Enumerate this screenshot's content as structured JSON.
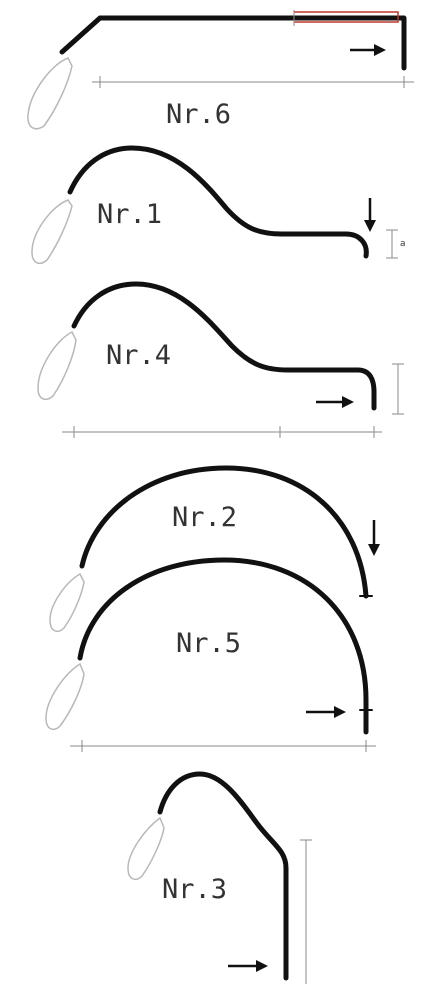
{
  "shapes": [
    {
      "id": "nr6",
      "label": "Nr.6"
    },
    {
      "id": "nr1",
      "label": "Nr.1",
      "dimension_mark": "a"
    },
    {
      "id": "nr4",
      "label": "Nr.4"
    },
    {
      "id": "nr2",
      "label": "Nr.2"
    },
    {
      "id": "nr5",
      "label": "Nr.5"
    },
    {
      "id": "nr3",
      "label": "Nr.3"
    }
  ],
  "colors": {
    "pipe": "#111111",
    "dimension": "#8a8a8a",
    "lamp": "#b8b8b8",
    "accent": "#c0392b"
  }
}
